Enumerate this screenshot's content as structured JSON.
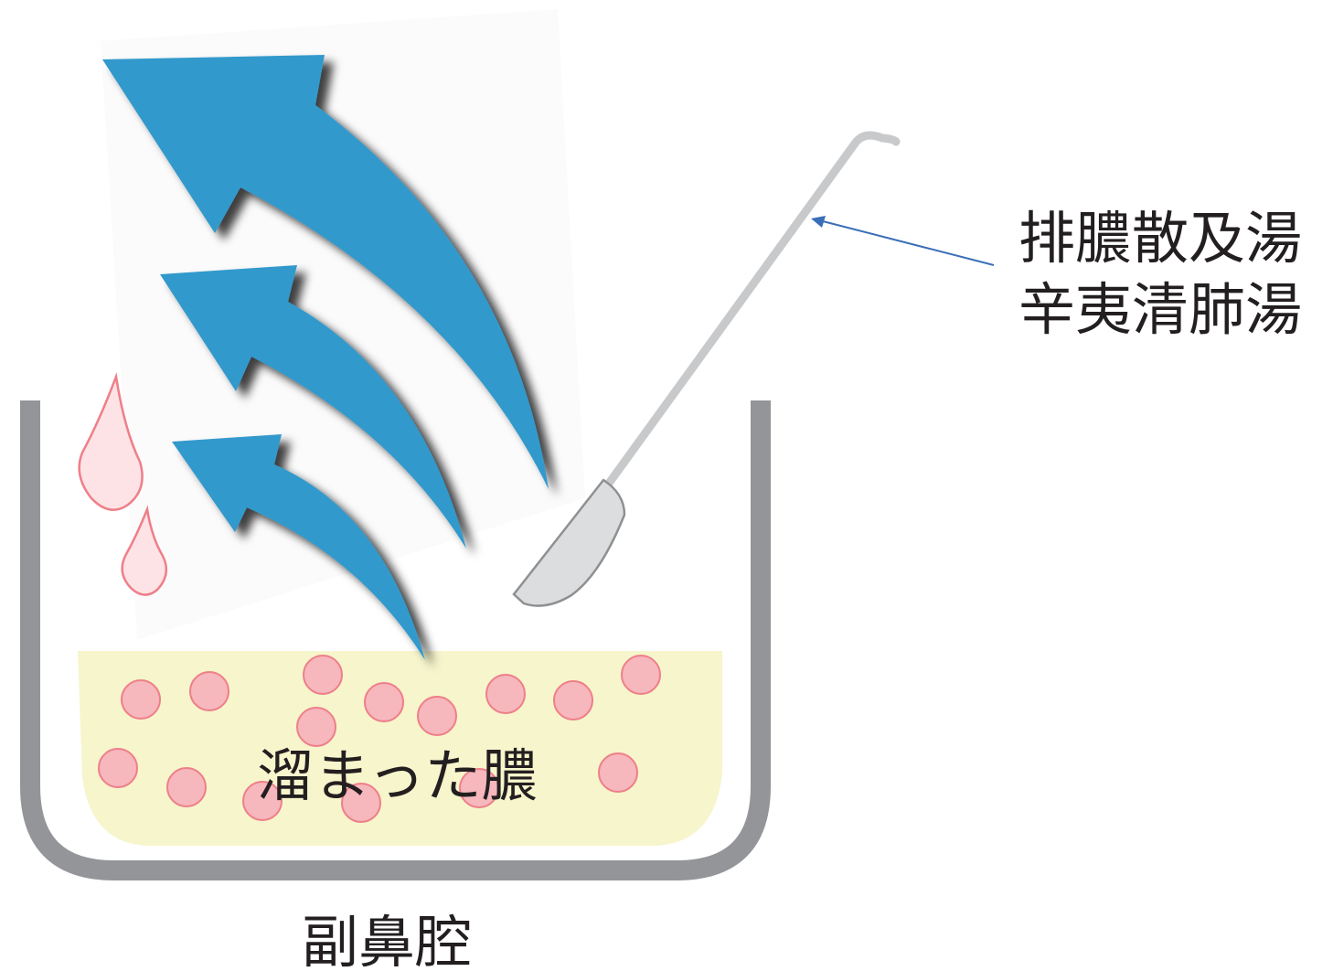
{
  "labels": {
    "medicine_line1": "排膿散及湯",
    "medicine_line2": "辛夷清肺湯",
    "pus": "溜まった膿",
    "sinus": "副鼻腔"
  },
  "colors": {
    "bowl": "#939598",
    "pus_fill": "#f6f5cc",
    "droplet_fill": "#f6b7bd",
    "droplet_stroke": "#ee7f89",
    "arrow_fill": "#3399cc",
    "ladle": "#c8c9cb",
    "ladle_head": "#dcdddf",
    "pointer": "#3a6fb7",
    "flame_fill": "#fde3e5",
    "text": "#231f20"
  },
  "icons": {
    "arrows": "curved-up-arrow-icon",
    "ladle": "ladle-icon",
    "flame": "flame-icon"
  }
}
